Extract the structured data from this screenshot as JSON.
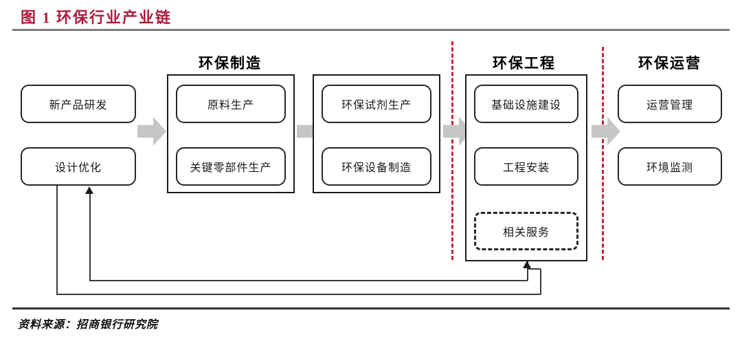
{
  "figure": {
    "title": "图 1  环保行业产业链",
    "source_note": "资料来源：招商银行研究院",
    "accent_color": "#b0183c",
    "divider_color": "#c2243f",
    "arrow_color": "#c6c6c6"
  },
  "stages": [
    {
      "id": "rnd",
      "heading": "",
      "boxed": false,
      "nodes": [
        {
          "label": "新产品研发",
          "style": "solid"
        },
        {
          "label": "设计优化",
          "style": "solid"
        }
      ]
    },
    {
      "id": "manufacturing",
      "heading": "环保制造",
      "boxed": true,
      "nodes": [
        {
          "label": "原料生产",
          "style": "solid"
        },
        {
          "label": "关键零部件生产",
          "style": "solid"
        }
      ]
    },
    {
      "id": "production",
      "heading": "",
      "boxed": true,
      "nodes": [
        {
          "label": "环保试剂生产",
          "style": "solid"
        },
        {
          "label": "环保设备制造",
          "style": "solid"
        }
      ]
    },
    {
      "id": "engineering",
      "heading": "环保工程",
      "boxed": true,
      "nodes": [
        {
          "label": "基础设施建设",
          "style": "solid"
        },
        {
          "label": "工程安装",
          "style": "solid"
        },
        {
          "label": "相关服务",
          "style": "dashed"
        }
      ]
    },
    {
      "id": "operations",
      "heading": "环保运营",
      "boxed": false,
      "nodes": [
        {
          "label": "运营管理",
          "style": "solid"
        },
        {
          "label": "环境监测",
          "style": "solid"
        }
      ]
    }
  ],
  "flow_arrows": [
    {
      "id": "arrow-rnd-to-manufacturing"
    },
    {
      "id": "arrow-manufacturing-to-production"
    },
    {
      "id": "arrow-production-to-engineering"
    },
    {
      "id": "arrow-engineering-to-operations"
    }
  ],
  "dividers": [
    {
      "id": "divider-manufacturing-engineering"
    },
    {
      "id": "divider-engineering-operations"
    }
  ],
  "feedback_links": [
    {
      "id": "feedback-engineering-to-design",
      "from": "环保工程",
      "to": "设计优化"
    },
    {
      "id": "feedback-design-to-engineering",
      "from": "设计优化",
      "to": "环保工程"
    }
  ]
}
